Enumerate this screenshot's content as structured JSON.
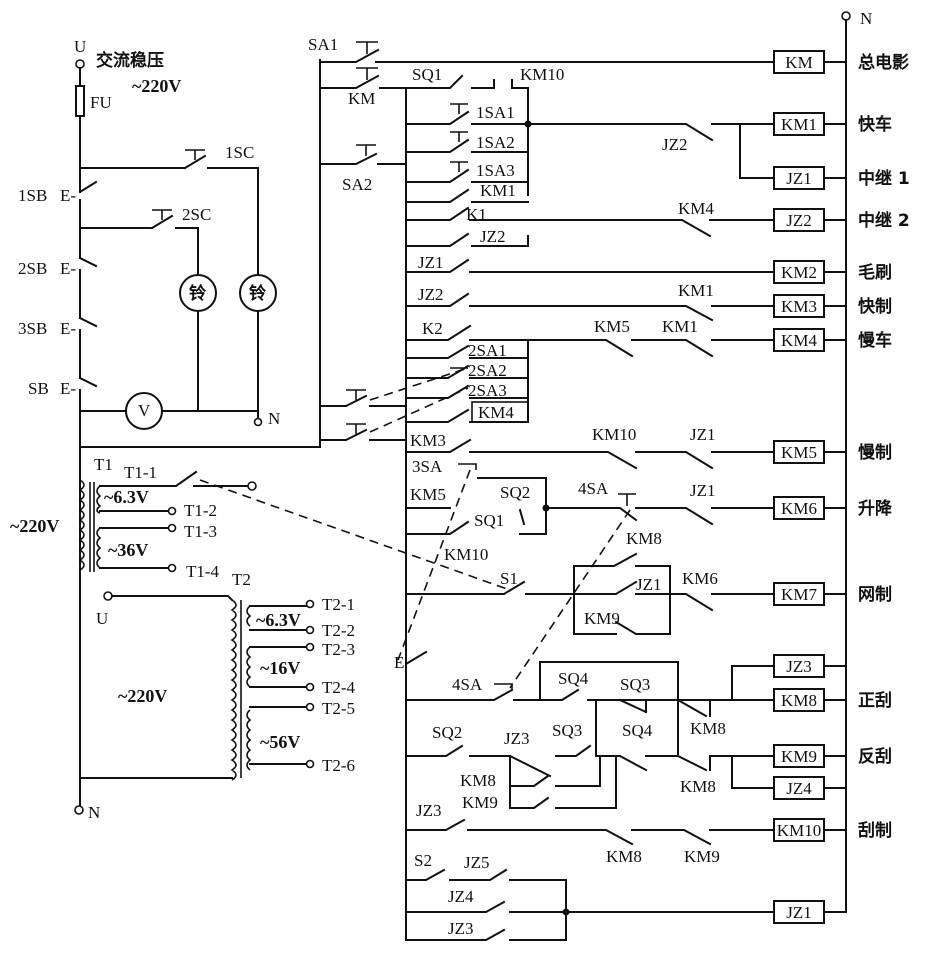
{
  "diagram": {
    "title": "Cinema projection control circuit",
    "supply": {
      "phase_label": "U",
      "neutral_label": "N",
      "source_label": "交流稳压",
      "source_voltage": "~220V",
      "fuse_label": "FU",
      "voltmeter_label": "V",
      "bell_label": "铃",
      "neutral_label_left": "N"
    },
    "left_switches": {
      "sb1": "1SB",
      "sb2": "2SB",
      "sb3": "3SB",
      "sb": "SB",
      "sc1": "1SC",
      "sc2": "2SC",
      "sa1": "SA1",
      "sa2": "SA2",
      "km": "KM"
    },
    "transformer_t1": {
      "label": "T1",
      "primary": "~220V",
      "taps": [
        "T1-1",
        "T1-2",
        "T1-3",
        "T1-4"
      ],
      "secondary": [
        "~6.3V",
        "~36V"
      ]
    },
    "transformer_t2": {
      "label": "T2",
      "input_label": "U",
      "neutral_label": "N",
      "primary": "~220V",
      "taps": [
        "T2-1",
        "T2-2",
        "T2-3",
        "T2-4",
        "T2-5",
        "T2-6"
      ],
      "secondary": [
        "~6.3V",
        "~16V",
        "~56V"
      ]
    },
    "contacts": {
      "sq1_a": "SQ1",
      "km10_a": "KM10",
      "sa1_1": "1SA1",
      "sa1_2": "1SA2",
      "sa1_3": "1SA3",
      "km1_a": "KM1",
      "k1": "K1",
      "jz2_a": "JZ2",
      "jz2_b": "JZ2",
      "km4_a": "KM4",
      "jz1_a": "JZ1",
      "jz2_c": "JZ2",
      "km1_b": "KM1",
      "k2": "K2",
      "km5_a": "KM5",
      "km1_c": "KM1",
      "sa2_1": "2SA1",
      "sa2_2": "2SA2",
      "sa2_3": "2SA3",
      "km4_b": "KM4",
      "km3_a": "KM3",
      "km10_b": "KM10",
      "jz1_b": "JZ1",
      "sa3": "3SA",
      "km5_b": "KM5",
      "sq2_a": "SQ2",
      "sq1_b": "SQ1",
      "sa4_a": "4SA",
      "jz1_c": "JZ1",
      "km10_c": "KM10",
      "km8_a": "KM8",
      "s1": "S1",
      "jz1_d": "JZ1",
      "km6_a": "KM6",
      "km9_a": "KM9",
      "sa4_b": "4SA",
      "sq4_a": "SQ4",
      "sq3_a": "SQ3",
      "sq2_b": "SQ2",
      "jz3_a": "JZ3",
      "sq3_b": "SQ3",
      "sq4_b": "SQ4",
      "km8_b": "KM8",
      "km8_c": "KM8",
      "km8_d": "KM8",
      "km9_b": "KM9",
      "jz3_b": "JZ3",
      "km8_e": "KM8",
      "km9_c": "KM9",
      "s2": "S2",
      "jz5": "JZ5",
      "jz4": "JZ4",
      "jz3_c": "JZ3"
    },
    "coils": [
      {
        "id": "KM",
        "function": "总电影"
      },
      {
        "id": "KM1",
        "function": "快车"
      },
      {
        "id": "JZ1",
        "function": "中继 1"
      },
      {
        "id": "JZ2",
        "function": "中继 2"
      },
      {
        "id": "KM2",
        "function": "毛刷"
      },
      {
        "id": "KM3",
        "function": "快制"
      },
      {
        "id": "KM4",
        "function": "慢车"
      },
      {
        "id": "KM5",
        "function": "慢制"
      },
      {
        "id": "KM6",
        "function": "升降"
      },
      {
        "id": "KM7",
        "function": "网制"
      },
      {
        "id": "JZ3",
        "function": ""
      },
      {
        "id": "KM8",
        "function": "正刮"
      },
      {
        "id": "KM9",
        "function": "反刮"
      },
      {
        "id": "JZ4",
        "function": ""
      },
      {
        "id": "KM10",
        "function": "刮制"
      },
      {
        "id": "JZ1",
        "function": ""
      }
    ],
    "neutral_rail_label": "N"
  }
}
